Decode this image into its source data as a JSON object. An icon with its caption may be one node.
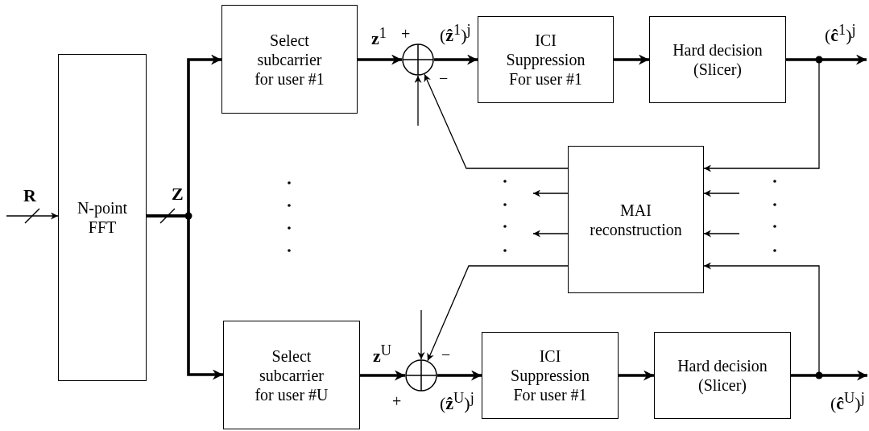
{
  "diagram": {
    "nodes": [
      {
        "text": [
          "N-point FFT"
        ]
      },
      {
        "text": [
          "Select subcarrier for user #1"
        ]
      },
      {
        "text": [],
        "shape": "circle"
      },
      {
        "text": [
          "ICI Suppression For user #1"
        ]
      },
      {
        "text": [
          "Hard decision (Slicer)"
        ]
      },
      {
        "text": [
          "MAI reconstruction"
        ]
      },
      {
        "text": [
          "Select subcarrier for user #U"
        ]
      },
      {
        "text": [],
        "shape": "circle"
      },
      {
        "text": [
          "ICI Suppression For user #1"
        ]
      },
      {
        "text": [
          "Hard decision (Slicer)"
        ]
      }
    ],
    "edges": [
      {
        "from": null,
        "to": 0,
        "arrow": "to",
        "label": "**R**"
      },
      {
        "from": 0,
        "to": 1,
        "arrow": "to",
        "label": "**Z**",
        "style": "thick"
      },
      {
        "from": 0,
        "to": 6,
        "arrow": "to",
        "style": "thick"
      },
      {
        "from": 1,
        "to": 2,
        "arrow": "to",
        "label": "**z**$^{1}$",
        "style": "thick"
      },
      {
        "from": null,
        "to": 2,
        "arrow": "to"
      },
      {
        "from": 5,
        "to": 2,
        "arrow": "to"
      },
      {
        "from": 2,
        "to": 3,
        "arrow": "to",
        "label": "(**ẑ**$^{1}$)$^{j}$",
        "style": "thick"
      },
      {
        "from": 3,
        "to": 4,
        "arrow": "to",
        "style": "thick"
      },
      {
        "from": 4,
        "to": null,
        "arrow": "to",
        "label": "(**ĉ**$^{1}$)$^{j}$",
        "style": "thick"
      },
      {
        "from": 4,
        "to": 5,
        "arrow": "to"
      },
      {
        "from": 5,
        "to": null,
        "arrow": "to"
      },
      {
        "from": 5,
        "to": null,
        "arrow": "to"
      },
      {
        "from": null,
        "to": 5,
        "arrow": "to"
      },
      {
        "from": null,
        "to": 5,
        "arrow": "to"
      },
      {
        "from": 6,
        "to": 7,
        "arrow": "to",
        "label": "**z**$^{U}$",
        "style": "thick"
      },
      {
        "from": null,
        "to": 7,
        "arrow": "to"
      },
      {
        "from": 5,
        "to": 7,
        "arrow": "to"
      },
      {
        "from": 7,
        "to": 8,
        "arrow": "to",
        "label": "(**ẑ**$^{U}$)$^{j}$",
        "style": "thick"
      },
      {
        "from": 8,
        "to": 9,
        "arrow": "to",
        "style": "thick"
      },
      {
        "from": 9,
        "to": null,
        "arrow": "to",
        "label": "(**ĉ**$^{U}$)$^{j}$",
        "style": "thick"
      },
      {
        "from": 9,
        "to": 5,
        "arrow": "to"
      }
    ],
    "labels": [
      "+",
      "−",
      "−",
      "+"
    ]
  }
}
